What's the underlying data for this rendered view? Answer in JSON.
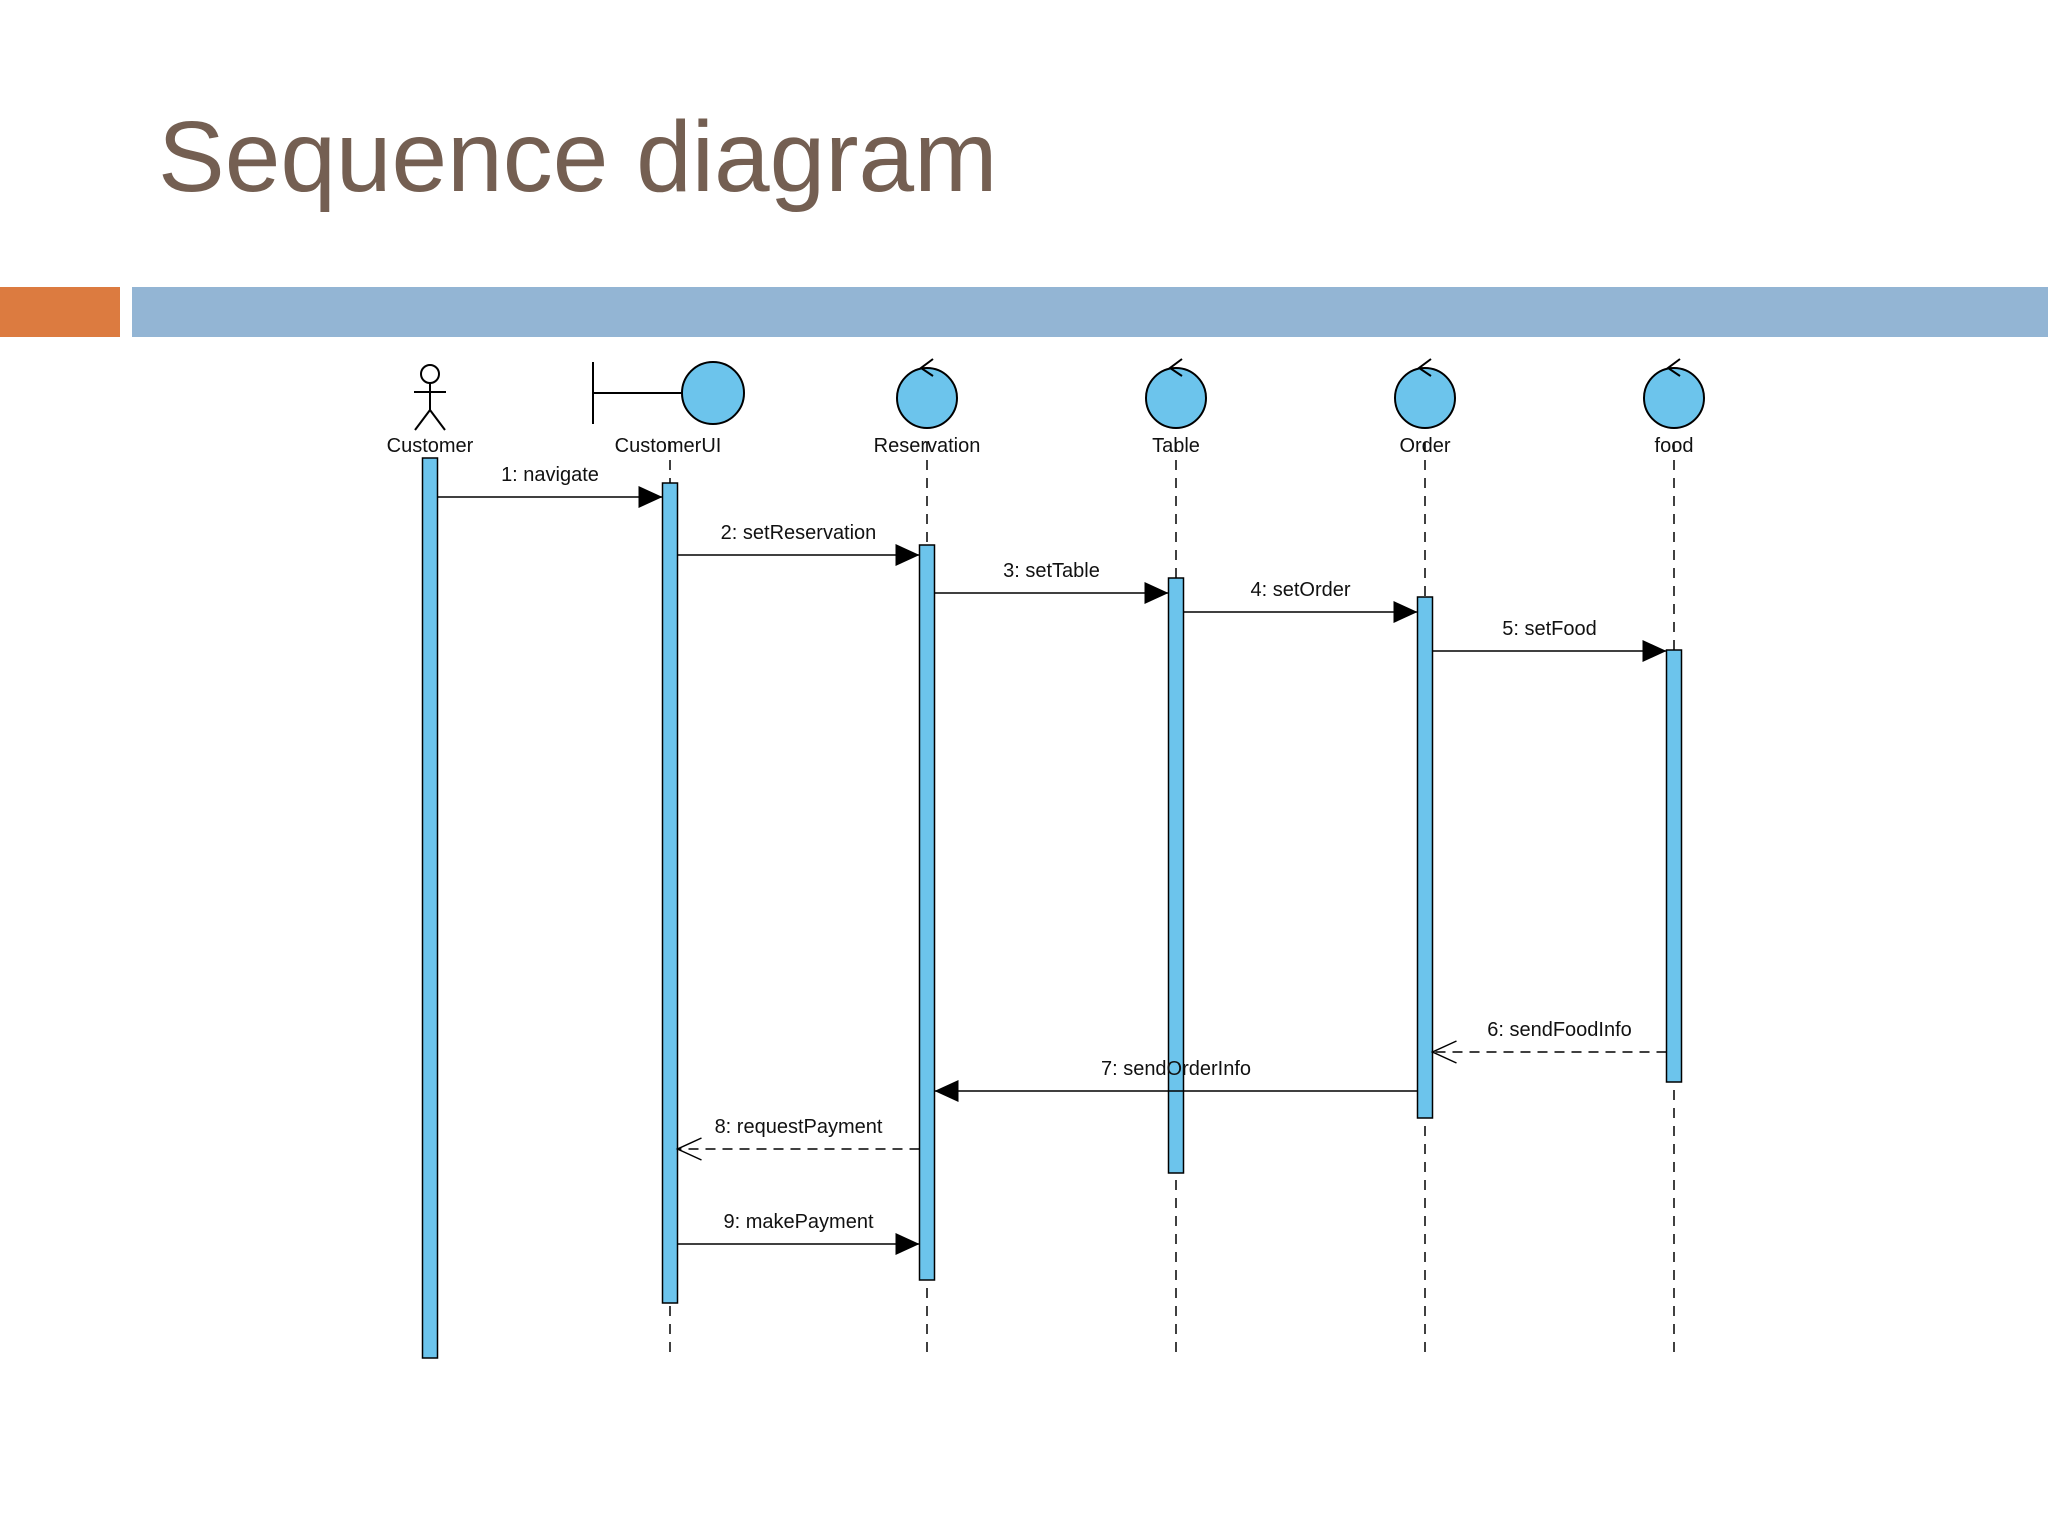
{
  "slide": {
    "title": "Sequence diagram",
    "colors": {
      "title": "#745f52",
      "accent_bar": "#dc7b40",
      "title_rule": "#93b5d4",
      "activation_fill": "#6cc4ec",
      "entity_fill": "#6cc4ec",
      "line": "#000000"
    }
  },
  "participants": [
    {
      "id": "customer",
      "label": "Customer",
      "kind": "actor",
      "icon": "actor-icon"
    },
    {
      "id": "customerui",
      "label": "CustomerUI",
      "kind": "boundary",
      "icon": "boundary-icon"
    },
    {
      "id": "reservation",
      "label": "Reservation",
      "kind": "control",
      "icon": "control-icon"
    },
    {
      "id": "table",
      "label": "Table",
      "kind": "control",
      "icon": "control-icon"
    },
    {
      "id": "order",
      "label": "Order",
      "kind": "control",
      "icon": "control-icon"
    },
    {
      "id": "food",
      "label": "food",
      "kind": "control",
      "icon": "control-icon"
    }
  ],
  "messages": [
    {
      "label": "1: navigate",
      "from": "customer",
      "to": "customerui",
      "kind": "sync"
    },
    {
      "label": "2: setReservation",
      "from": "customerui",
      "to": "reservation",
      "kind": "sync"
    },
    {
      "label": "3: setTable",
      "from": "reservation",
      "to": "table",
      "kind": "sync"
    },
    {
      "label": "4: setOrder",
      "from": "table",
      "to": "order",
      "kind": "sync"
    },
    {
      "label": "5: setFood",
      "from": "order",
      "to": "food",
      "kind": "sync"
    },
    {
      "label": "6: sendFoodInfo",
      "from": "food",
      "to": "order",
      "kind": "return"
    },
    {
      "label": "7: sendOrderInfo",
      "from": "order",
      "to": "reservation",
      "kind": "sync"
    },
    {
      "label": "8: requestPayment",
      "from": "reservation",
      "to": "customerui",
      "kind": "return"
    },
    {
      "label": "9: makePayment",
      "from": "customerui",
      "to": "reservation",
      "kind": "sync"
    }
  ]
}
